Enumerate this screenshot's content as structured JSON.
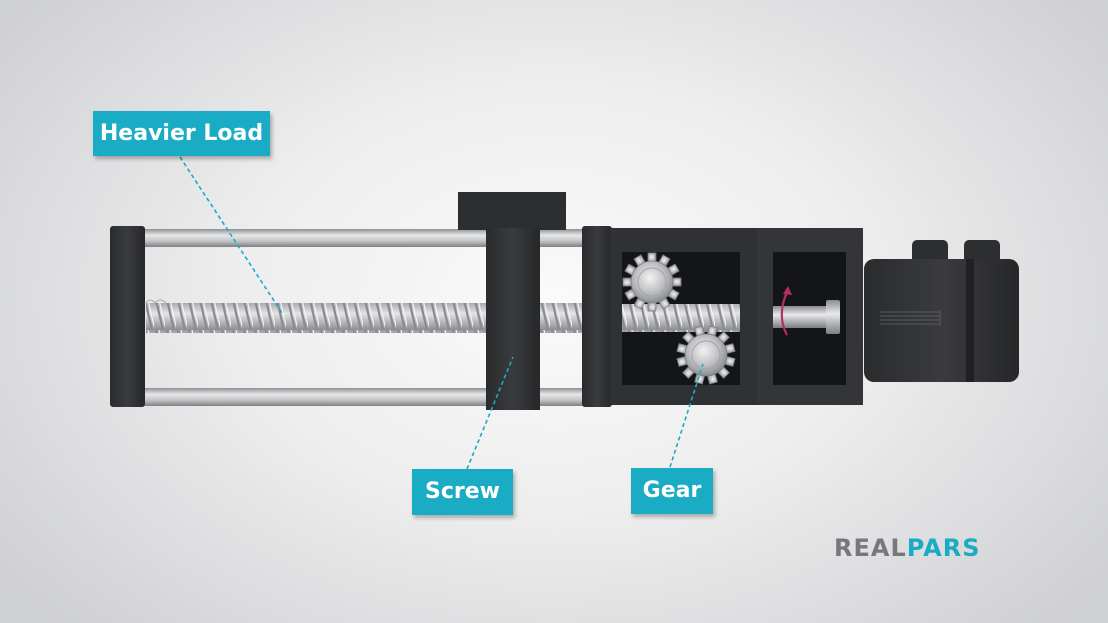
{
  "labels": {
    "heavier_load": "Heavier Load",
    "screw": "Screw",
    "gear": "Gear"
  },
  "brand": {
    "part1": "REAL",
    "part2": "PARS"
  },
  "colors": {
    "callout_bg": "#1aabc5",
    "callout_text": "#ffffff",
    "leader_line": "#1aabc5",
    "body_dark": "#2e2f31",
    "rod_silver": "#c9cacc",
    "rotation_arrow": "#b3305e",
    "brand_gray": "#76787c",
    "brand_teal": "#1aabc5"
  }
}
